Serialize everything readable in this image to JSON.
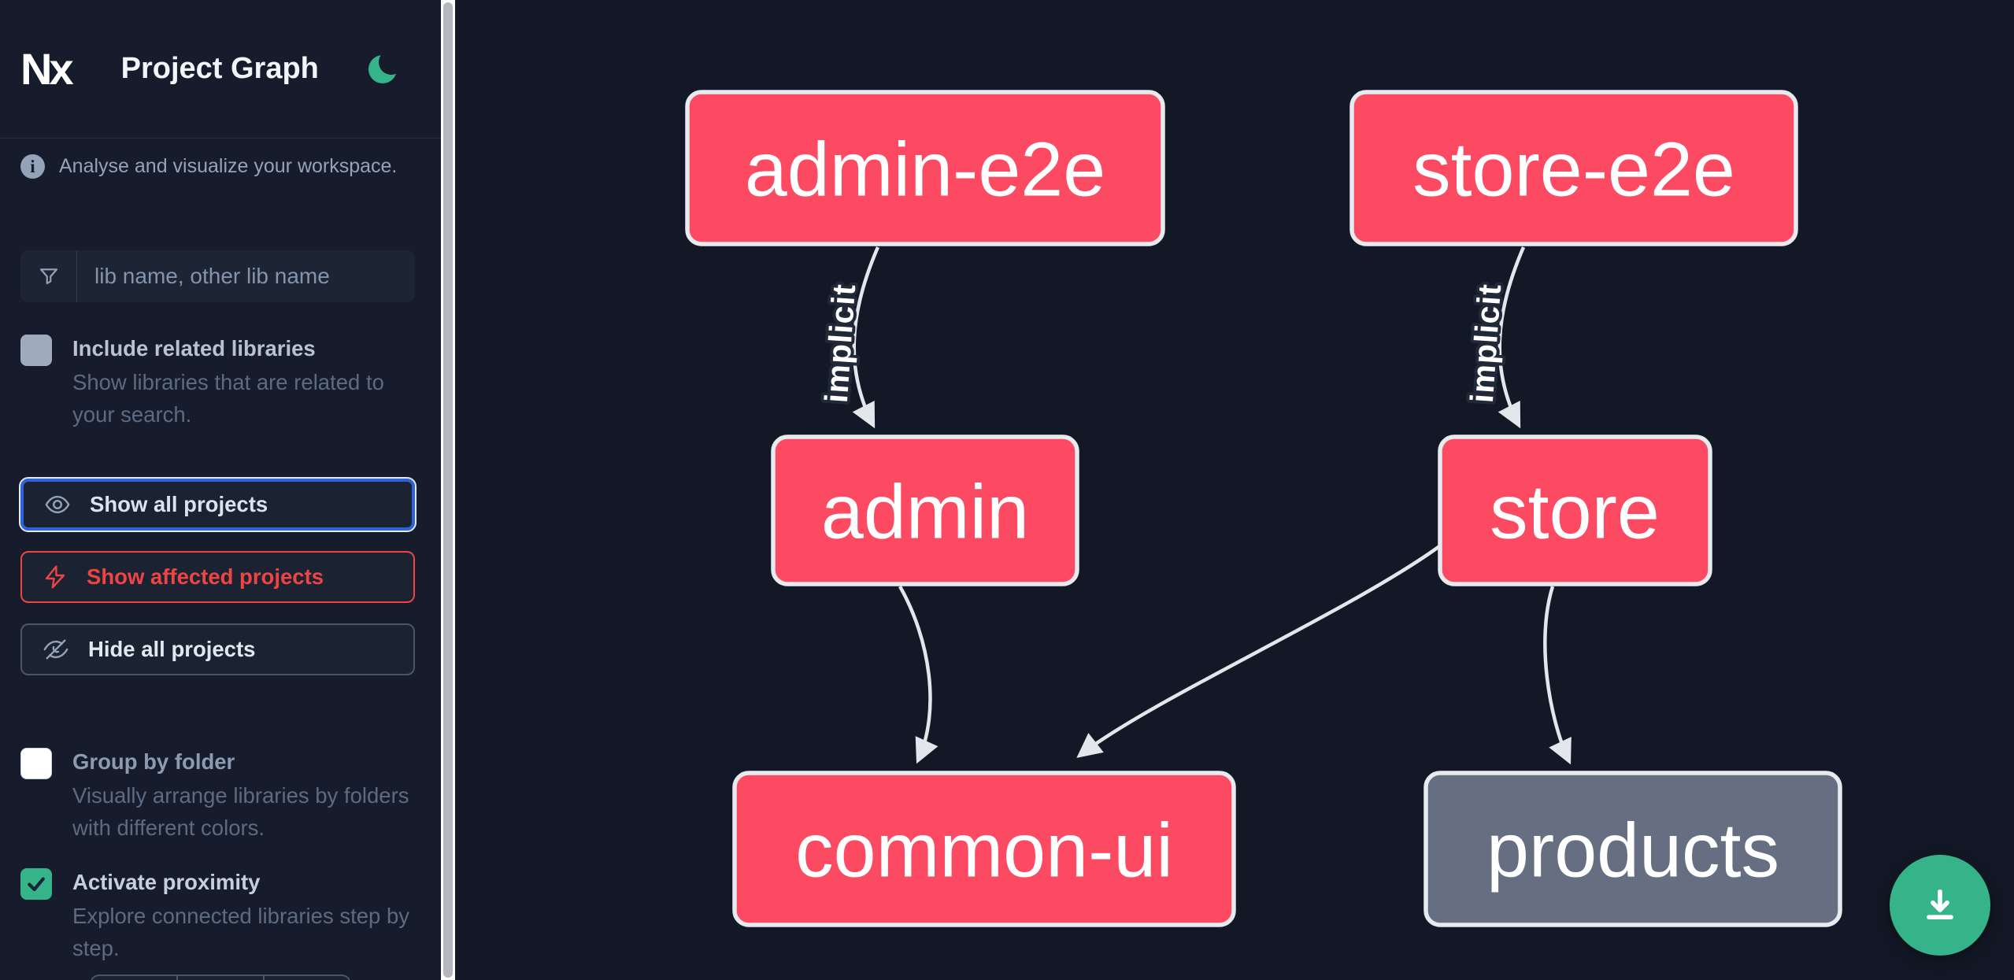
{
  "app": {
    "title": "Project Graph",
    "logo": "Nx"
  },
  "sidebar": {
    "tagline": "Analyse and visualize your workspace.",
    "search": {
      "placeholder": "lib name, other lib name",
      "icon": "funnel-icon"
    },
    "toggles": [
      {
        "label": "Include related libraries",
        "description": "Show libraries that are related to your search.",
        "checked": false
      },
      {
        "label": "Group by folder",
        "description": "Visually arrange libraries by folders with different colors.",
        "checked": false
      },
      {
        "label": "Activate proximity",
        "description": "Explore connected libraries step by step.",
        "checked": true
      }
    ],
    "buttons": [
      {
        "label": "Show all projects",
        "icon": "eye-icon",
        "state": "focused"
      },
      {
        "label": "Show affected projects",
        "icon": "lightning-icon",
        "state": "normal"
      },
      {
        "label": "Hide all projects",
        "icon": "eye-off-icon",
        "state": "normal"
      }
    ]
  },
  "graph": {
    "nodes": [
      {
        "id": "admin-e2e",
        "label": "admin-e2e",
        "color": "#fb4a62"
      },
      {
        "id": "store-e2e",
        "label": "store-e2e",
        "color": "#fb4a62"
      },
      {
        "id": "admin",
        "label": "admin",
        "color": "#fb4a62"
      },
      {
        "id": "store",
        "label": "store",
        "color": "#fb4a62"
      },
      {
        "id": "common-ui",
        "label": "common-ui",
        "color": "#fb4a62"
      },
      {
        "id": "products",
        "label": "products",
        "color": "#656f81"
      }
    ],
    "edges": [
      {
        "source": "admin-e2e",
        "target": "admin",
        "label": "implicit"
      },
      {
        "source": "store-e2e",
        "target": "store",
        "label": "implicit"
      },
      {
        "source": "admin",
        "target": "common-ui",
        "label": ""
      },
      {
        "source": "store",
        "target": "common-ui",
        "label": ""
      },
      {
        "source": "store",
        "target": "products",
        "label": ""
      }
    ]
  },
  "fab": {
    "icon": "download-icon"
  },
  "colors": {
    "sidebar_bg": "#161c2b",
    "canvas_bg": "#131826",
    "node_pink": "#fb4a62",
    "node_gray": "#656f81",
    "node_border": "#e7eaef",
    "edge": "#e3e7ec",
    "accent_teal": "#35b389",
    "accent_red": "#ef4444",
    "focus_blue": "#2e63d9",
    "text_muted": "#94a3b8"
  }
}
